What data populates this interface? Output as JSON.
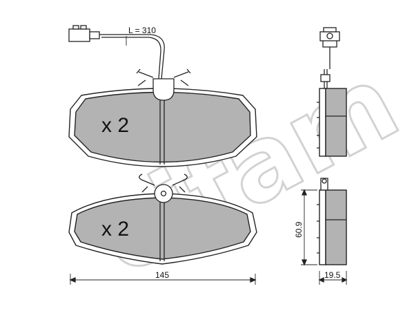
{
  "labels": {
    "wire_length": "L = 310",
    "qty_upper": "x 2",
    "qty_lower": "x 2",
    "width_dim": "145",
    "height_dim": "60.9",
    "thickness_dim": "19.5"
  },
  "watermark": {
    "text": "cifam"
  },
  "colors": {
    "friction_material": "#b3b3b3",
    "outline": "#222222",
    "watermark": "#d2d2d2"
  }
}
